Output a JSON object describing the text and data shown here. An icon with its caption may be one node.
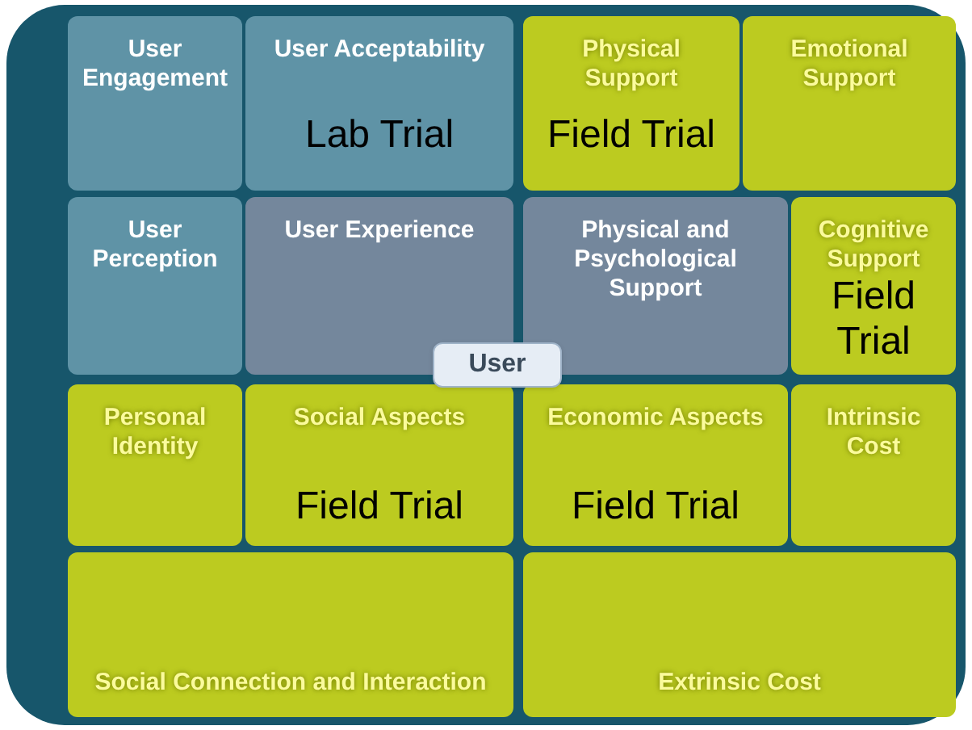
{
  "diagram": {
    "nodes": [
      {
        "text": [
          "User Engagement"
        ]
      },
      {
        "text": [
          "User Acceptability"
        ]
      },
      {
        "text": [
          "Physical Support"
        ]
      },
      {
        "text": [
          "Emotional Support"
        ]
      },
      {
        "text": [
          "User Perception"
        ]
      },
      {
        "text": [
          "User Experience"
        ]
      },
      {
        "text": [
          "Physical and Psychological Support"
        ]
      },
      {
        "text": [
          "Cognitive Support"
        ]
      },
      {
        "text": [
          "Personal Identity"
        ]
      },
      {
        "text": [
          "Social Aspects"
        ]
      },
      {
        "text": [
          "Economic Aspects"
        ]
      },
      {
        "text": [
          "Intrinsic Cost"
        ]
      },
      {
        "text": [
          "Social Connection and Interaction"
        ]
      },
      {
        "text": [
          "Extrinsic Cost"
        ]
      },
      {
        "text": [
          "User"
        ]
      }
    ],
    "labels": [
      "Lab Trial",
      "Field Trial",
      "Field Trial",
      "Field Trial",
      "Field Trial"
    ]
  }
}
